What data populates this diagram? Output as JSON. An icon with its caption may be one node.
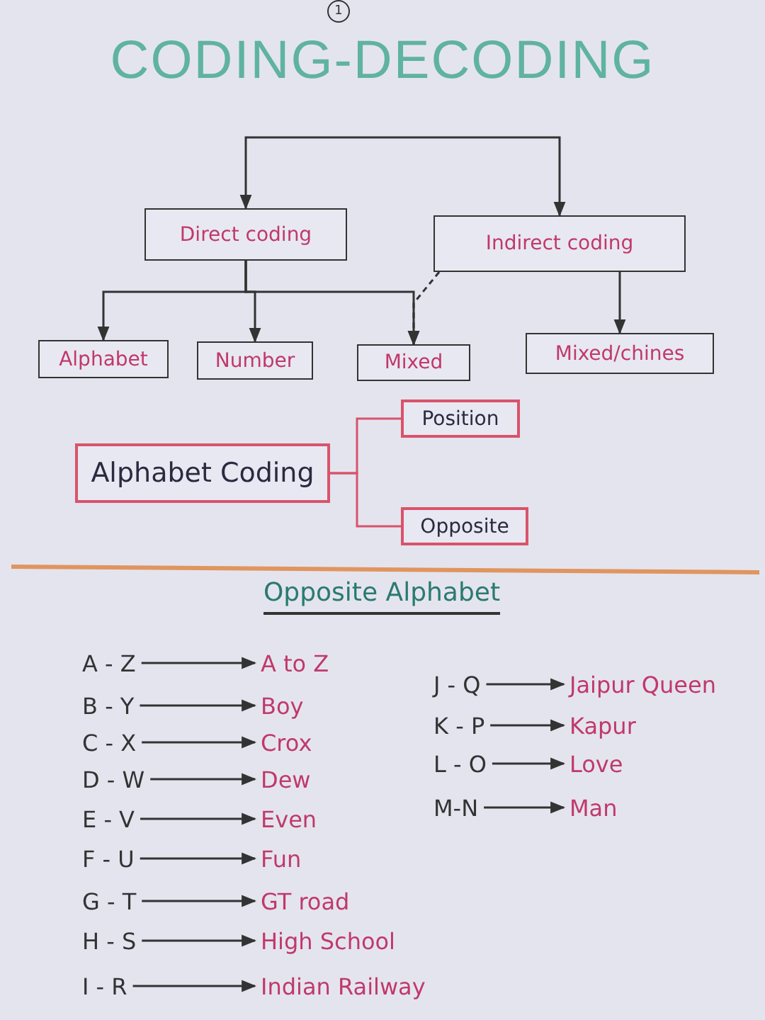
{
  "diagram": {
    "title": "CODING-DECODING",
    "nodes": [
      {
        "text": [
          "Direct coding"
        ]
      },
      {
        "text": [
          "Indirect coding"
        ]
      },
      {
        "text": [
          "Alphabet"
        ]
      },
      {
        "text": [
          "Number"
        ]
      },
      {
        "text": [
          "Mixed"
        ]
      },
      {
        "text": [
          "Mixed/chines"
        ]
      },
      {
        "text": [
          "Alphabet Coding"
        ]
      },
      {
        "text": [
          "Position"
        ]
      },
      {
        "text": [
          "Opposite"
        ]
      },
      {
        "text": [
          "A - Z"
        ]
      },
      {
        "text": [
          "A to Z"
        ]
      },
      {
        "text": [
          "B - Y"
        ]
      },
      {
        "text": [
          "Boy"
        ]
      },
      {
        "text": [
          "C - X"
        ]
      },
      {
        "text": [
          "Crox"
        ]
      },
      {
        "text": [
          "D - W"
        ]
      },
      {
        "text": [
          "Dew"
        ]
      },
      {
        "text": [
          "E - V"
        ]
      },
      {
        "text": [
          "Even"
        ]
      },
      {
        "text": [
          "F - U"
        ]
      },
      {
        "text": [
          "Fun"
        ]
      },
      {
        "text": [
          "G - T"
        ]
      },
      {
        "text": [
          "GT road"
        ]
      },
      {
        "text": [
          "H - S"
        ]
      },
      {
        "text": [
          "High School"
        ]
      },
      {
        "text": [
          "I - R"
        ]
      },
      {
        "text": [
          "Indian Railway"
        ]
      },
      {
        "text": [
          "J - Q"
        ]
      },
      {
        "text": [
          "Jaipur Queen"
        ]
      },
      {
        "text": [
          "K - P"
        ]
      },
      {
        "text": [
          "Kapur"
        ]
      },
      {
        "text": [
          "L - O"
        ]
      },
      {
        "text": [
          "Love"
        ]
      },
      {
        "text": [
          "M-N"
        ]
      },
      {
        "text": [
          "Man"
        ]
      }
    ],
    "edges": [
      {
        "from": null,
        "to": 0,
        "arrow": "to"
      },
      {
        "from": null,
        "to": 1,
        "arrow": "to"
      },
      {
        "from": 0,
        "to": 2,
        "arrow": "to"
      },
      {
        "from": 0,
        "to": 3,
        "arrow": "to"
      },
      {
        "from": 0,
        "to": 4,
        "arrow": "to"
      },
      {
        "from": 1,
        "to": 4,
        "arrow": "to",
        "style": "dashed"
      },
      {
        "from": 1,
        "to": 5,
        "arrow": "to"
      },
      {
        "from": 6,
        "to": 7,
        "arrow": "none",
        "color": "#d9536b"
      },
      {
        "from": 6,
        "to": 8,
        "arrow": "none",
        "color": "#d9536b"
      },
      {
        "from": 9,
        "to": 10,
        "arrow": "to"
      },
      {
        "from": 11,
        "to": 12,
        "arrow": "to"
      },
      {
        "from": 13,
        "to": 14,
        "arrow": "to"
      },
      {
        "from": 15,
        "to": 16,
        "arrow": "to"
      },
      {
        "from": 17,
        "to": 18,
        "arrow": "to"
      },
      {
        "from": 19,
        "to": 20,
        "arrow": "to"
      },
      {
        "from": 21,
        "to": 22,
        "arrow": "to"
      },
      {
        "from": 23,
        "to": 24,
        "arrow": "to"
      },
      {
        "from": 25,
        "to": 26,
        "arrow": "to"
      },
      {
        "from": 27,
        "to": 28,
        "arrow": "to"
      },
      {
        "from": 29,
        "to": 30,
        "arrow": "to"
      },
      {
        "from": 31,
        "to": 32,
        "arrow": "to"
      },
      {
        "from": 33,
        "to": 34,
        "arrow": "to"
      }
    ],
    "labels": [
      "1",
      "Opposite Alphabet"
    ]
  }
}
